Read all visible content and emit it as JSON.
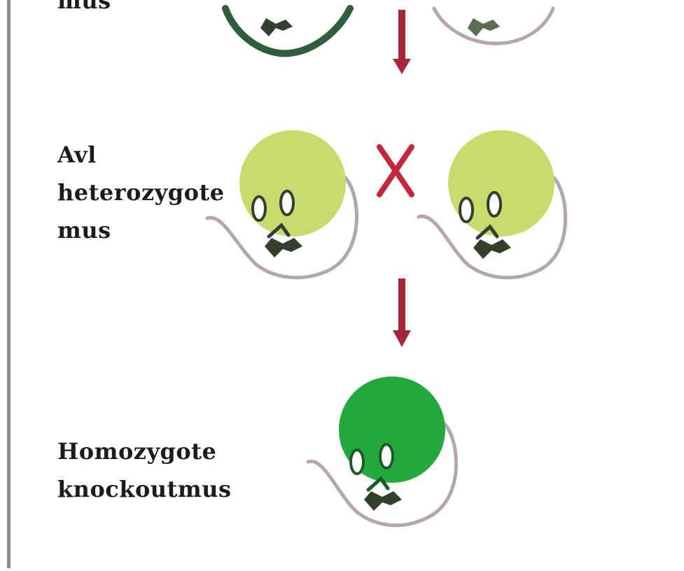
{
  "figure": {
    "row1_label_fragment": "mus",
    "row2_label": [
      "Avl",
      "heterozygote",
      "mus"
    ],
    "row3_label": [
      "Homozygote",
      "knockoutmus"
    ],
    "cross_symbol": "X",
    "icons": {
      "mouse": "mouse-icon",
      "arrow": "down-arrow-icon",
      "cross": "cross-icon"
    },
    "colors": {
      "border": "#8a8a8a",
      "heterozygote_body": "#c8dc6e",
      "homozygote_body": "#22a83c",
      "wild_body_outline": "#2f5e3c",
      "arrow": "#a8253c",
      "cross": "#c2273e",
      "tail": "#b4a6ac",
      "feet": "#33402e"
    }
  }
}
